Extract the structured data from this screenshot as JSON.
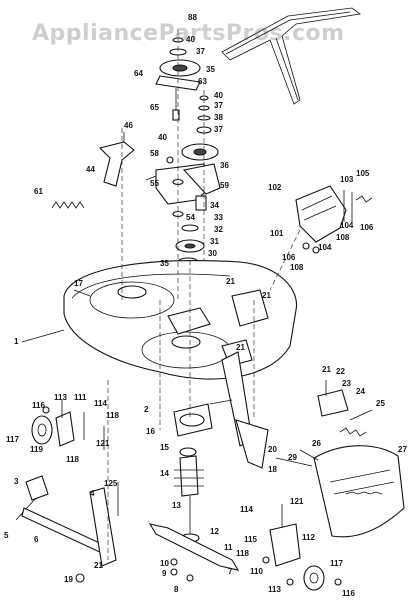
{
  "watermark": "AppliancePartsPros.com",
  "labels": [
    "88",
    "40",
    "37",
    "35",
    "64",
    "63",
    "40",
    "37",
    "38",
    "37",
    "65",
    "40",
    "36",
    "46",
    "58",
    "44",
    "59",
    "55",
    "34",
    "54",
    "33",
    "32",
    "61",
    "31",
    "30",
    "103",
    "105",
    "102",
    "101",
    "104",
    "106",
    "108",
    "104",
    "106",
    "108",
    "35",
    "21",
    "17",
    "21",
    "21",
    "1",
    "21",
    "22",
    "23",
    "24",
    "25",
    "116",
    "113",
    "111",
    "114",
    "117",
    "118",
    "119",
    "121",
    "118",
    "16",
    "15",
    "2",
    "20",
    "18",
    "29",
    "26",
    "27",
    "14",
    "3",
    "125",
    "5",
    "4",
    "6",
    "19",
    "21",
    "13",
    "12",
    "114",
    "121",
    "115",
    "118",
    "112",
    "110",
    "117",
    "11",
    "10",
    "9",
    "8",
    "113",
    "116",
    "7"
  ]
}
